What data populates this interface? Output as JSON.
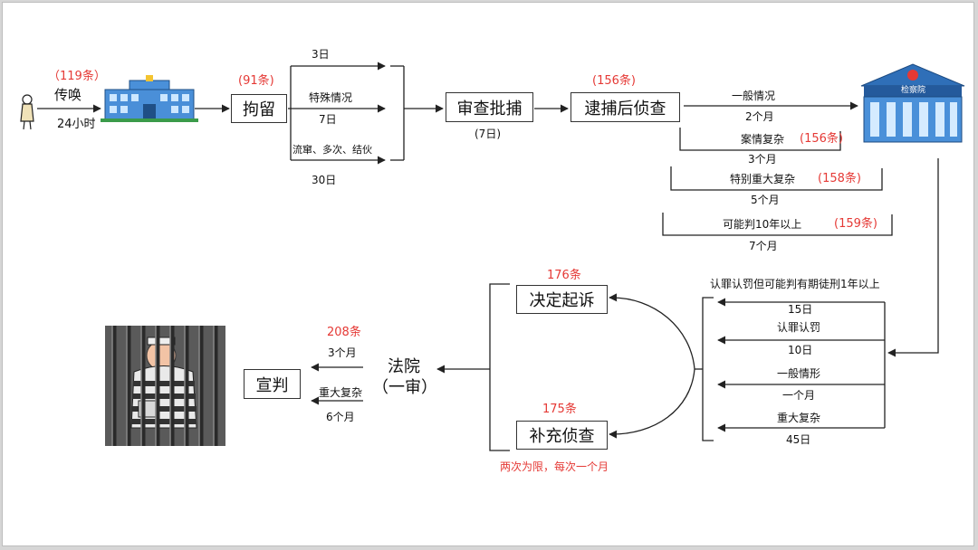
{
  "diagram": {
    "stage1": {
      "article": "（119条）",
      "label": "传唤",
      "time": "24小时"
    },
    "detention": {
      "article": "(91条)",
      "label": "拘留",
      "branches": [
        {
          "top": "3日"
        },
        {
          "top": "特殊情况",
          "bottom": "7日"
        },
        {
          "top": "流窜、多次、结伙",
          "bottom": "30日"
        }
      ]
    },
    "approval": {
      "label": "审查批捕",
      "time": "(7日)"
    },
    "post_arrest": {
      "article": "(156条)",
      "label": "逮捕后侦查",
      "cases": [
        {
          "label": "一般情况",
          "time": "2个月"
        },
        {
          "label": "案情复杂",
          "article": "(156条)",
          "time": "3个月"
        },
        {
          "label": "特别重大复杂",
          "article": "(158条)",
          "time": "5个月"
        },
        {
          "label": "可能判10年以上",
          "article": "(159条)",
          "time": "7个月"
        }
      ]
    },
    "procuratorate": {
      "sign": "检察院"
    },
    "review": [
      {
        "label": "认罪认罚但可能判有期徒刑1年以上",
        "time": "15日"
      },
      {
        "label": "认罪认罚",
        "time": "10日"
      },
      {
        "label": "一般情形",
        "time": "一个月"
      },
      {
        "label": "重大复杂",
        "time": "45日"
      }
    ],
    "prosecute": {
      "article": "176条",
      "label": "决定起诉"
    },
    "supplement": {
      "article": "175条",
      "label": "补充侦查",
      "note": "两次为限，每次一个月"
    },
    "court": {
      "label_line1": "法院",
      "label_line2": "（一审）"
    },
    "verdict": {
      "article": "208条",
      "label": "宣判",
      "normal_time": "3个月",
      "complex_label": "重大复杂",
      "complex_time": "6个月"
    }
  },
  "colors": {
    "accent_red": "#e53935",
    "line": "#222222",
    "building_blue": "#2f7fd0"
  }
}
